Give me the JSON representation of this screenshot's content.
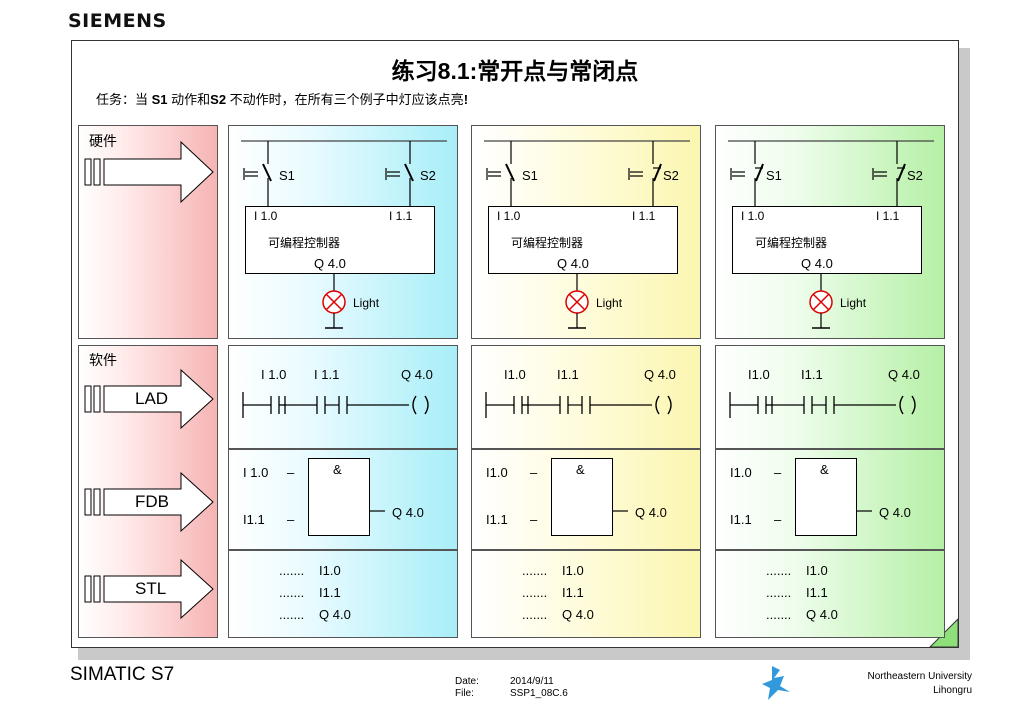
{
  "header": {
    "logo": "SIEMENS"
  },
  "title": "练习8.1:常开点与常闭点",
  "task": {
    "prefix": "任务：当 ",
    "s1": "S1",
    "mid1": " 动作和",
    "s2": "S2",
    "mid2": " 不动作时，在所有三个例子中灯应该点亮",
    "end": "!"
  },
  "sections": {
    "hardware": "硬件",
    "software": "软件"
  },
  "arrows": {
    "lad": "LAD",
    "fdb": "FDB",
    "stl": "STL"
  },
  "panels": [
    {
      "color": "#a8eef8",
      "s1_contact": "no",
      "s2_contact": "no",
      "s1": "S1",
      "s2": "S2",
      "in1": "I 1.0",
      "in2": "I 1.1",
      "plc": "可编程控制器",
      "out": "Q 4.0",
      "lamp": "Light",
      "lad_in1": "I 1.0",
      "lad_in2": "I 1.1",
      "lad_out": "Q 4.0",
      "fdb_in1": "I 1.0",
      "fdb_in2": "I1.1",
      "fdb_gate": "&",
      "fdb_out": "Q 4.0",
      "fdb_dash1": "–",
      "fdb_dash2": "–",
      "stl_dots": ".......",
      "stl": [
        "I1.0",
        "I1.1",
        "Q 4.0"
      ]
    },
    {
      "color": "#fbf6b0",
      "s1_contact": "no",
      "s2_contact": "nc",
      "s1": "S1",
      "s2": "S2",
      "in1": "I 1.0",
      "in2": "I 1.1",
      "plc": "可编程控制器",
      "out": "Q 4.0",
      "lamp": "Light",
      "lad_in1": "I1.0",
      "lad_in2": "I1.1",
      "lad_out": "Q 4.0",
      "fdb_in1": "I1.0",
      "fdb_in2": "I1.1",
      "fdb_gate": "&",
      "fdb_out": "Q 4.0",
      "fdb_dash1": "–",
      "fdb_dash2": "–",
      "stl_dots": ".......",
      "stl": [
        "I1.0",
        "I1.1",
        "Q 4.0"
      ]
    },
    {
      "color": "#b5f0a5",
      "s1_contact": "nc",
      "s2_contact": "nc",
      "s1": "S1",
      "s2": "S2",
      "in1": "I 1.0",
      "in2": "I 1.1",
      "plc": "可编程控制器",
      "out": "Q 4.0",
      "lamp": "Light",
      "lad_in1": "I1.0",
      "lad_in2": "I1.1",
      "lad_out": "Q 4.0",
      "fdb_in1": "I1.0",
      "fdb_in2": "I1.1",
      "fdb_gate": "&",
      "fdb_out": "Q 4.0",
      "fdb_dash1": "–",
      "fdb_dash2": "–",
      "stl_dots": ".......",
      "stl": [
        "I1.0",
        "I1.1",
        "Q 4.0"
      ]
    }
  ],
  "footer": {
    "product": "SIMATIC S7",
    "date_label": "Date:",
    "date": "2014/9/11",
    "file_label": "File:",
    "file": "SSP1_08C.6",
    "university": "Northeastern University",
    "author": "Lihongru"
  }
}
